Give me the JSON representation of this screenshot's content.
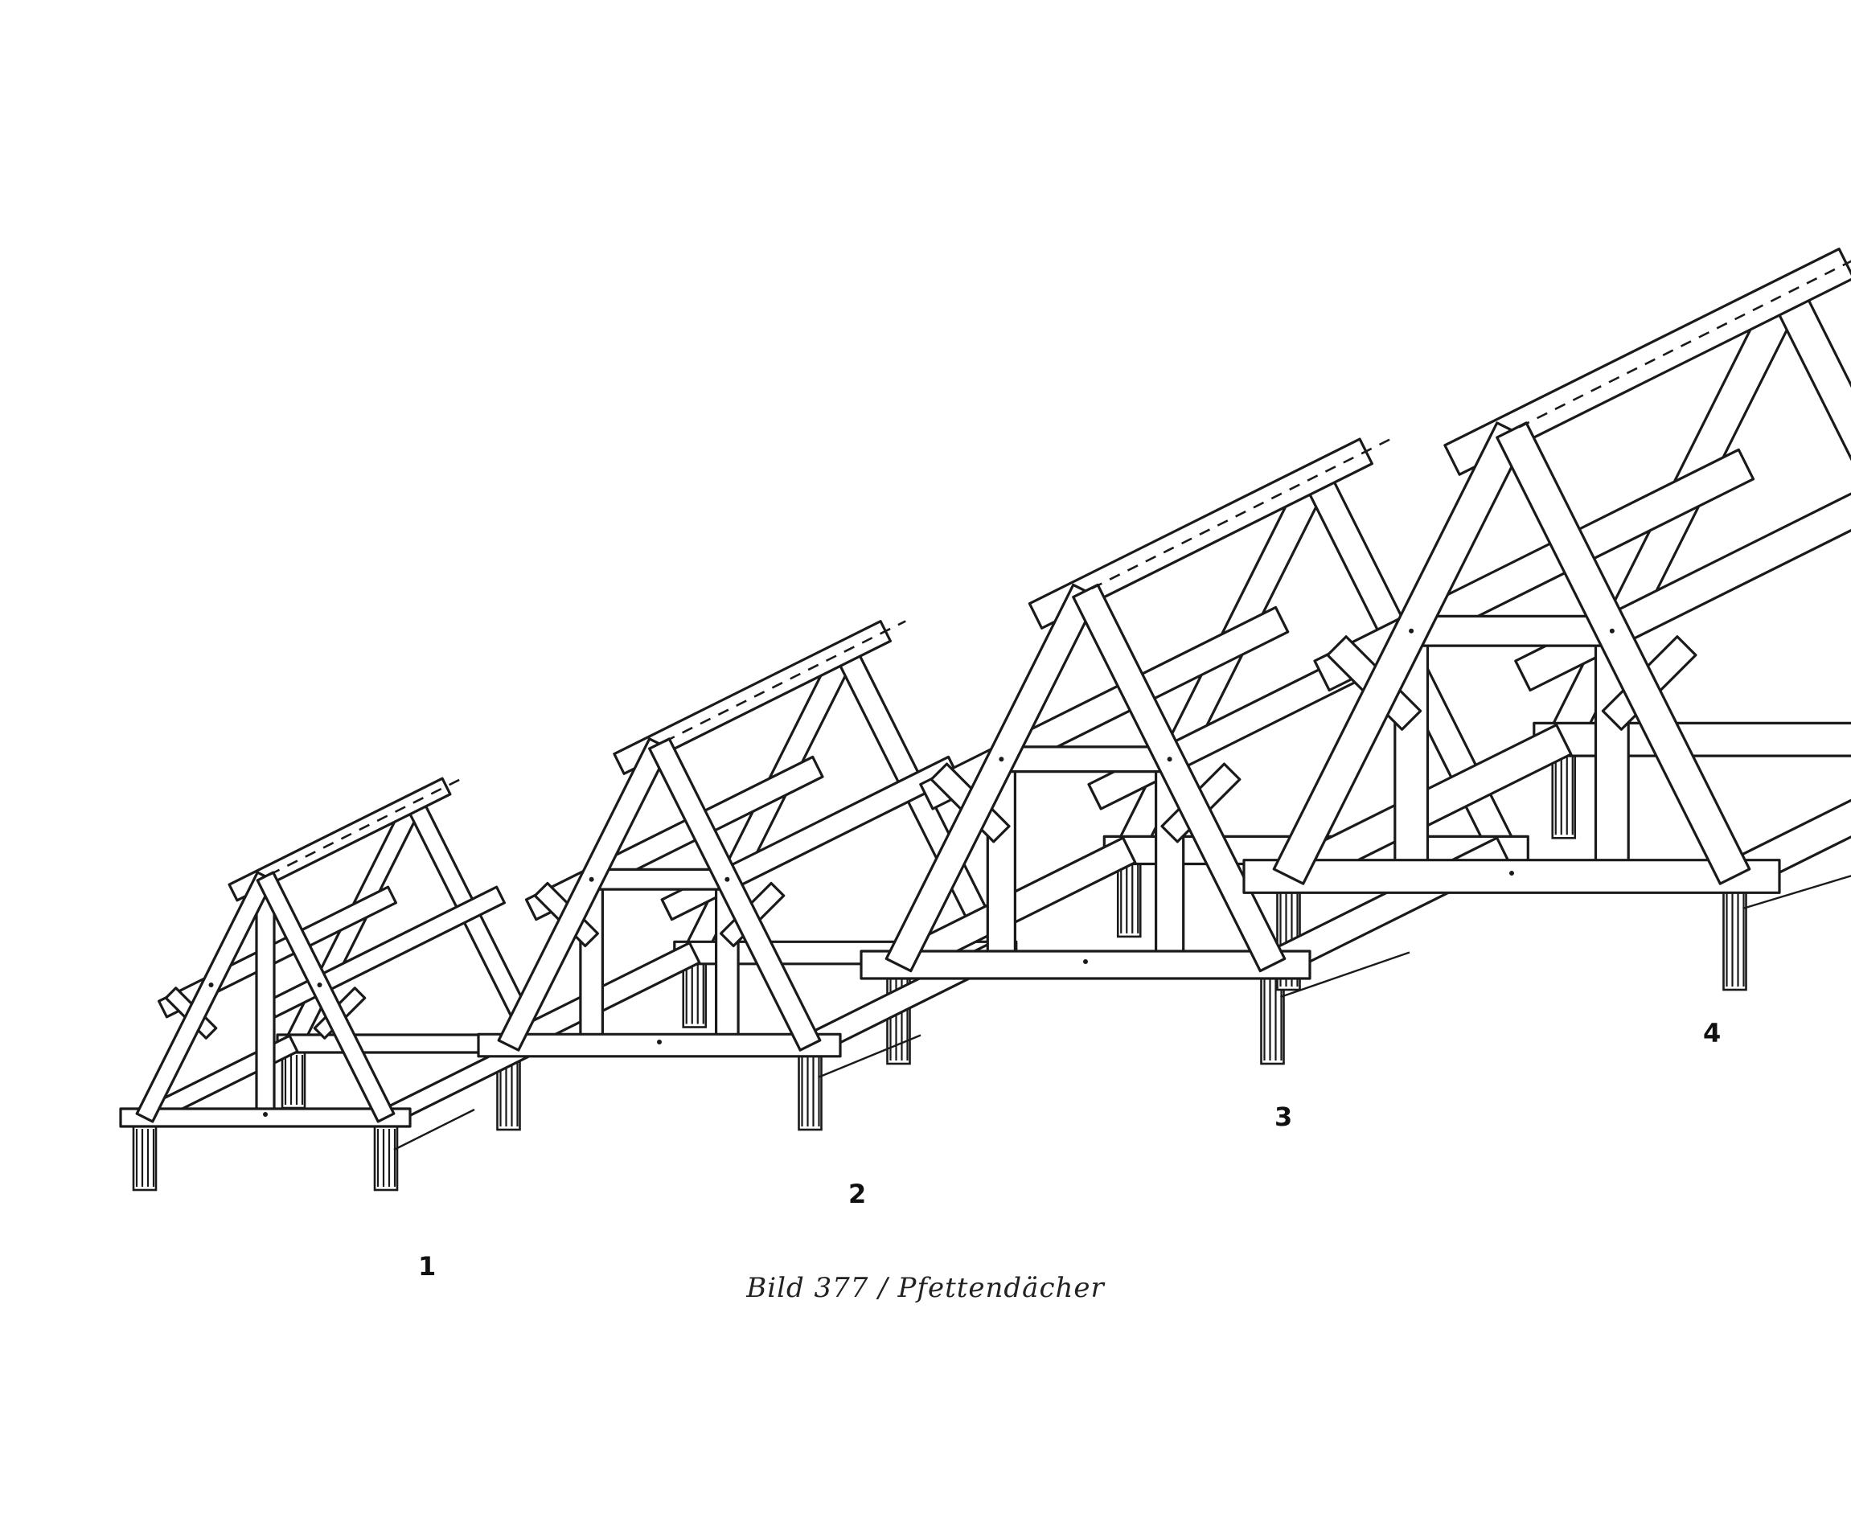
{
  "figure": {
    "caption": "Bild 377 / Pfettendächer",
    "variants": [
      {
        "label": "1"
      },
      {
        "label": "2"
      },
      {
        "label": "3"
      },
      {
        "label": "4"
      }
    ]
  }
}
